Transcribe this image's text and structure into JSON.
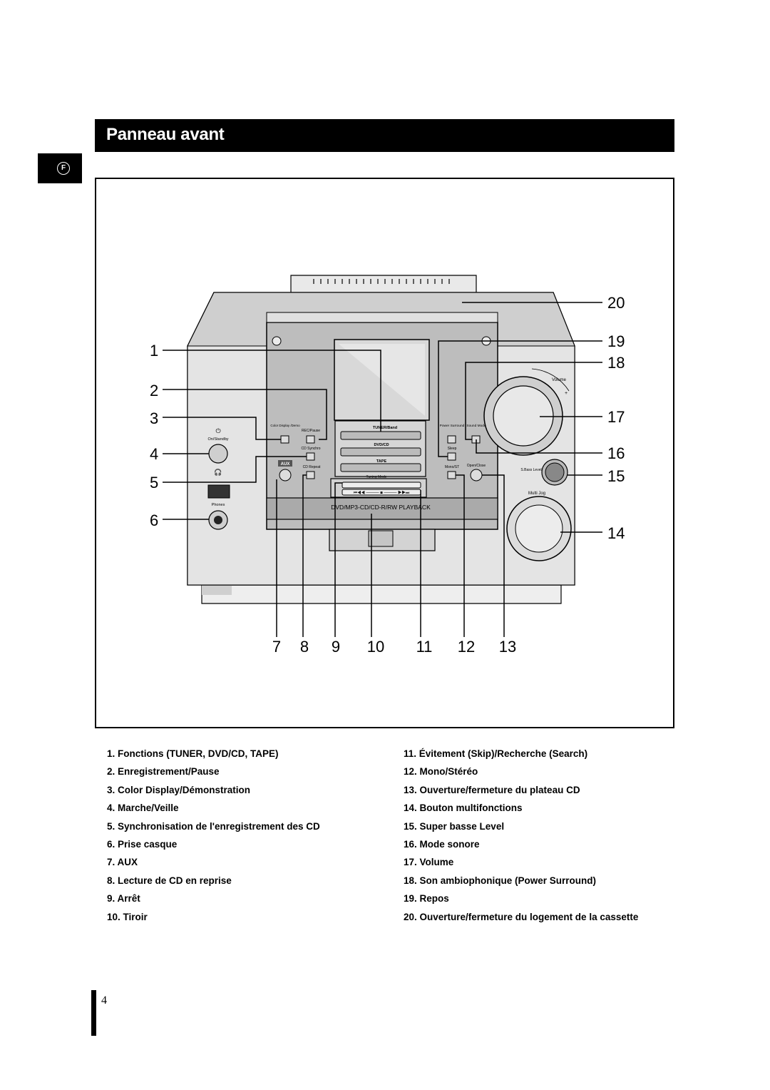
{
  "header": {
    "title": "Panneau avant"
  },
  "language_tab": {
    "letter": "F"
  },
  "device": {
    "onstandby_label": "On/Standby",
    "phones_label": "Phones",
    "color_display_label": "Color Display /Demo",
    "rec_pause_label": "REC/Pause",
    "cd_synchro_label": "CD Synchro",
    "aux_label": "AUX",
    "cd_repeat_label": "CD Repeat",
    "tuner_band_label": "TUNER/Band",
    "dvdcd_label": "DVD/CD",
    "tape_label": "TAPE",
    "tuning_mode_label": "Tuning Mode",
    "power_surround_label": "Power Surround",
    "sound_mode_label": "Sound Mode",
    "sleep_label": "Sleep",
    "mono_st_label": "Mono/ST",
    "open_close_label": "Open/Close",
    "volume_label": "Volume",
    "sbass_level_label": "S.Bass Level",
    "multi_jog_label": "Multi Jog",
    "playback_label": "DVD/MP3-CD/CD-R/RW PLAYBACK"
  },
  "callouts": {
    "left": [
      "1",
      "2",
      "3",
      "4",
      "5",
      "6"
    ],
    "bottom": [
      "7",
      "8",
      "9",
      "10",
      "11",
      "12",
      "13"
    ],
    "right": [
      "20",
      "19",
      "18",
      "17",
      "16",
      "15",
      "14"
    ]
  },
  "legend": {
    "left": [
      "1. Fonctions (TUNER, DVD/CD, TAPE)",
      "2. Enregistrement/Pause",
      "3. Color Display/Démonstration",
      "4. Marche/Veille",
      "5. Synchronisation de l'enregistrement des CD",
      "6. Prise casque",
      "7. AUX",
      "8. Lecture de CD en reprise",
      "9. Arrêt",
      "10. Tiroir"
    ],
    "right": [
      "11. Évitement (Skip)/Recherche (Search)",
      "12. Mono/Stéréo",
      "13. Ouverture/fermeture du plateau CD",
      "14. Bouton multifonctions",
      "15. Super basse Level",
      "16. Mode sonore",
      "17. Volume",
      "18. Son ambiophonique (Power Surround)",
      "19. Repos",
      "20. Ouverture/fermeture du logement de la cassette"
    ]
  },
  "page": {
    "number": "4"
  }
}
